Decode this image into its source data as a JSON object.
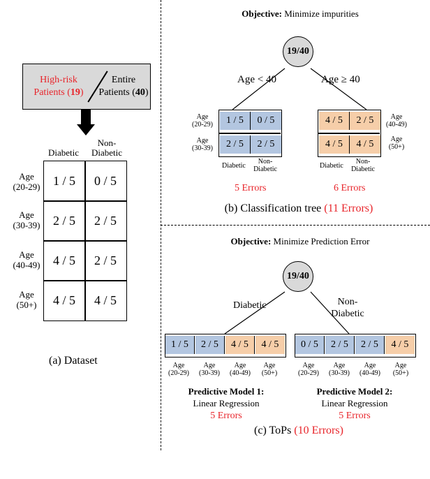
{
  "dataset": {
    "header_left_line1": "High-risk",
    "header_left_line2": "Patients (",
    "header_left_num": "19",
    "header_left_close": ")",
    "header_right_line1": "Entire",
    "header_right_line2": "Patients (",
    "header_right_num": "40",
    "header_right_close": ")",
    "col_labels": [
      "Diabetic",
      "Non-",
      "Diabetic"
    ],
    "row_labels": [
      [
        "Age",
        "(20-29)"
      ],
      [
        "Age",
        "(30-39)"
      ],
      [
        "Age",
        "(40-49)"
      ],
      [
        "Age",
        "(50+)"
      ]
    ],
    "cells": [
      [
        "1 / 5",
        "0 / 5"
      ],
      [
        "2 / 5",
        "2 / 5"
      ],
      [
        "4 / 5",
        "2 / 5"
      ],
      [
        "4 / 5",
        "4 / 5"
      ]
    ],
    "caption": "(a)  Dataset"
  },
  "classification_tree": {
    "objective_bold": "Objective:",
    "objective_text": " Minimize impurities",
    "root": "19/40",
    "left_branch": "Age < 40",
    "right_branch": "Age ≥ 40",
    "left_cells": [
      [
        "1 / 5",
        "0 / 5"
      ],
      [
        "2 / 5",
        "2 / 5"
      ]
    ],
    "right_cells": [
      [
        "4 / 5",
        "2 / 5"
      ],
      [
        "4 / 5",
        "4 / 5"
      ]
    ],
    "left_row_labels": [
      [
        "Age",
        "(20-29)"
      ],
      [
        "Age",
        "(30-39)"
      ]
    ],
    "right_row_labels": [
      [
        "Age",
        "(40-49)"
      ],
      [
        "Age",
        "(50+)"
      ]
    ],
    "col_labels": [
      "Diabetic",
      "Non-",
      "Diabetic"
    ],
    "left_errors": "5 Errors",
    "right_errors": "6 Errors",
    "caption_main": "(b) Classification tree ",
    "caption_errors": "(11 Errors)"
  },
  "tops": {
    "objective_bold": "Objective:",
    "objective_text": " Minimize Prediction Error",
    "root": "19/40",
    "left_branch": "Diabetic",
    "right_branch_line1": "Non-",
    "right_branch_line2": "Diabetic",
    "left_cells": [
      "1 / 5",
      "2 / 5",
      "4 / 5",
      "4 / 5"
    ],
    "right_cells": [
      "0 / 5",
      "2 / 5",
      "2 / 5",
      "4 / 5"
    ],
    "age_labels": [
      [
        "Age",
        "(20-29)"
      ],
      [
        "Age",
        "(30-39)"
      ],
      [
        "Age",
        "(40-49)"
      ],
      [
        "Age",
        "(50+)"
      ]
    ],
    "model1_title": "Predictive Model 1:",
    "model1_sub": "Linear Regression",
    "model2_title": "Predictive Model 2:",
    "model2_sub": "Linear Regression",
    "left_errors": "5 Errors",
    "right_errors": "5 Errors",
    "caption_main": "(c)  ToPs ",
    "caption_errors": "(10 Errors)"
  },
  "colors": {
    "blue": "#b3c6e0",
    "orange": "#f6cea9",
    "red": "#e8242a",
    "gray": "#d9d9d9"
  }
}
